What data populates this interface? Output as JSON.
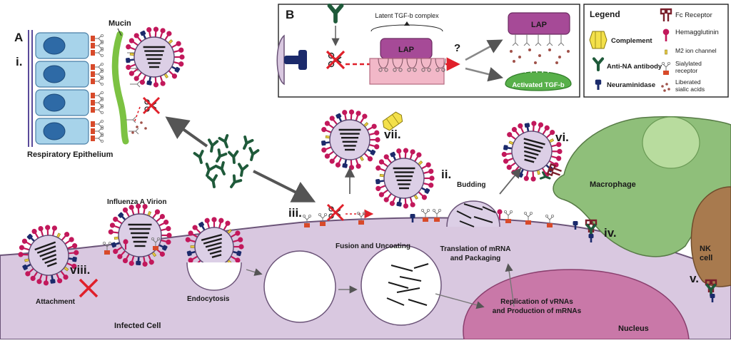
{
  "panel_a": {
    "letter": "A",
    "roman": "i.",
    "mucin_label": "Mucin",
    "epithelium_label": "Respiratory Epithelium"
  },
  "panel_b": {
    "letter": "B",
    "complex_label": "Latent TGF-b complex",
    "lap_label": "LAP",
    "question_mark": "?",
    "lap_label_2": "LAP",
    "activated_label": "Activated TGF-b"
  },
  "legend": {
    "title": "Legend",
    "items": [
      {
        "label": "Complement",
        "icon": "complement-icon"
      },
      {
        "label": "Anti-NA antibody",
        "icon": "antibody-icon"
      },
      {
        "label": "Neuraminidase",
        "icon": "neuraminidase-icon"
      },
      {
        "label": "Fc Receptor",
        "icon": "fc-receptor-icon"
      },
      {
        "label": "Hemagglutinin",
        "icon": "hemagglutinin-icon"
      },
      {
        "label": "M2 ion channel",
        "icon": "m2-channel-icon"
      },
      {
        "label": "Sialylated receptor",
        "icon": "sialylated-receptor-icon"
      },
      {
        "label": "Liberated sialic acids",
        "icon": "sialic-acid-icon"
      }
    ]
  },
  "cell": {
    "infected_cell": "Infected Cell",
    "nucleus": "Nucleus",
    "macrophage": "Macrophage",
    "nk_cell": "NK cell"
  },
  "stages": {
    "influenza_virion": "Influenza A Virion",
    "attachment": "Attachment",
    "endocytosis": "Endocytosis",
    "fusion": "Fusion and Uncoating",
    "translation": "Translation of mRNA and Packaging",
    "replication": "Replication of vRNAs and Production of mRNAs",
    "budding": "Budding"
  },
  "roman_numerals": {
    "ii": "ii.",
    "iii": "iii.",
    "iv": "iv.",
    "v": "v.",
    "vi": "vi.",
    "vii": "vii.",
    "viii": "viii."
  },
  "colors": {
    "cell_fill": "#d9c8e0",
    "cell_stroke": "#6b5478",
    "nucleus_fill": "#c978a8",
    "macrophage_fill": "#8fbf7a",
    "macrophage_nucleus": "#b8dc9e",
    "nk_fill": "#a87a4e",
    "virion_fill": "#dccfe6",
    "ha_color": "#c2185b",
    "na_color": "#1b2a6b",
    "antibody_color": "#1f5a3a",
    "m2_color": "#e8c840",
    "epi_cell_fill": "#a7d3ea",
    "epi_nucleus": "#2e6aa6",
    "mucin_color": "#7cc242",
    "fc_color": "#7a1f2b",
    "receptor_color": "#d84a2a",
    "lap_fill": "#a64a97",
    "tgf_fill": "#58b04a",
    "pink_rect": "#f2b8c8"
  }
}
